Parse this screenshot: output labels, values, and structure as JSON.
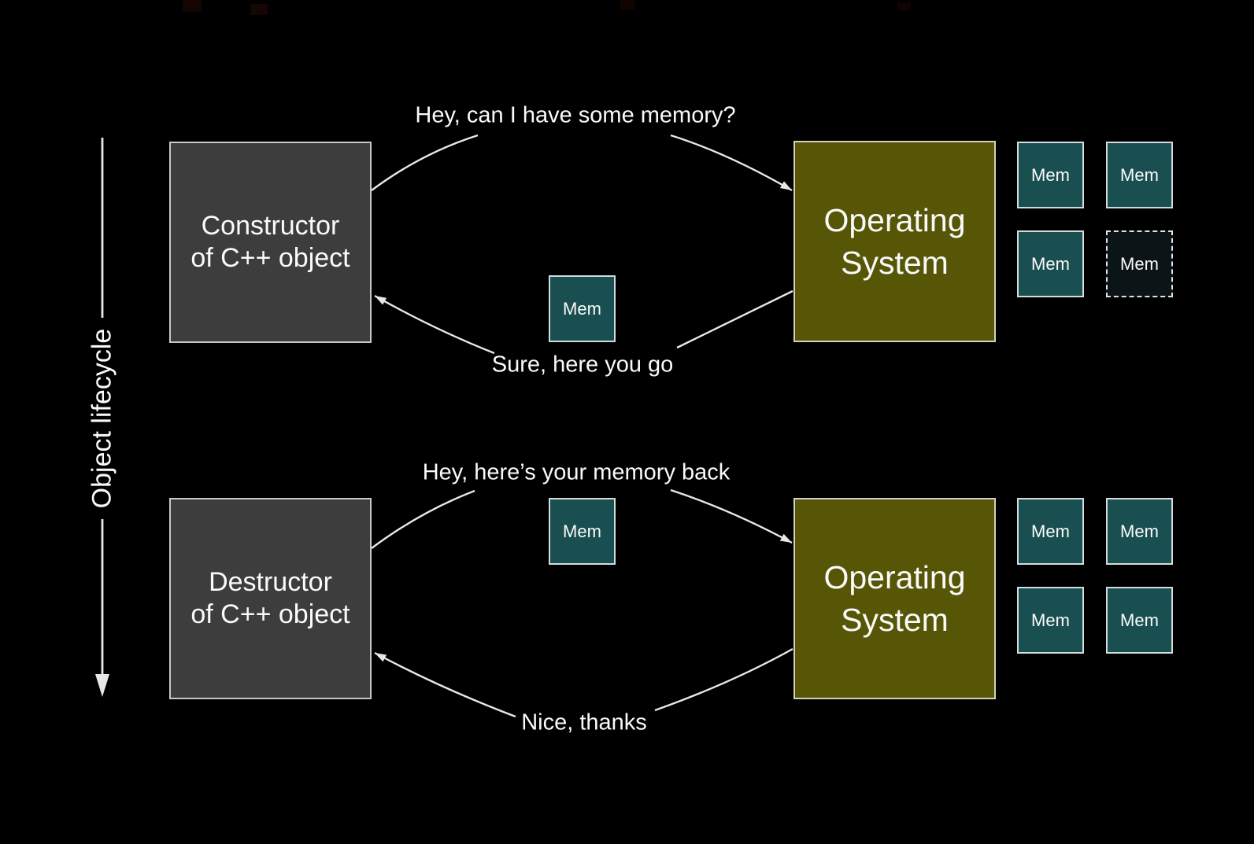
{
  "colors": {
    "background": "#000000",
    "actor_box_fill": "#3d3d3d",
    "actor_box_border": "#c8c8c8",
    "os_box_fill": "#565606",
    "os_box_border": "#d2d2c0",
    "mem_box_fill": "#1a4f52",
    "mem_box_border": "#d2dcdc",
    "mem_freed_fill": "#0b1417",
    "arrow_color": "#e8e8e8",
    "text_color": "#fafafa"
  },
  "lifecycle_axis": {
    "label": "Object lifecycle",
    "direction": "down"
  },
  "sections": [
    {
      "name": "construction",
      "actor_box": {
        "label": "Constructor\nof C++ object"
      },
      "os_box": {
        "label": "Operating\nSystem"
      },
      "request_message": "Hey, can I have some memory?",
      "response_message": "Sure, here you go",
      "transfer_mem_box": {
        "label": "Mem"
      },
      "memory_grid": [
        {
          "label": "Mem",
          "state": "held"
        },
        {
          "label": "Mem",
          "state": "held"
        },
        {
          "label": "Mem",
          "state": "held"
        },
        {
          "label": "Mem",
          "state": "loaned-out"
        }
      ]
    },
    {
      "name": "destruction",
      "actor_box": {
        "label": "Destructor\nof C++ object"
      },
      "os_box": {
        "label": "Operating\nSystem"
      },
      "request_message": "Hey, here’s your memory back",
      "response_message": "Nice, thanks",
      "transfer_mem_box": {
        "label": "Mem"
      },
      "memory_grid": [
        {
          "label": "Mem",
          "state": "held"
        },
        {
          "label": "Mem",
          "state": "held"
        },
        {
          "label": "Mem",
          "state": "held"
        },
        {
          "label": "Mem",
          "state": "held"
        }
      ]
    }
  ]
}
